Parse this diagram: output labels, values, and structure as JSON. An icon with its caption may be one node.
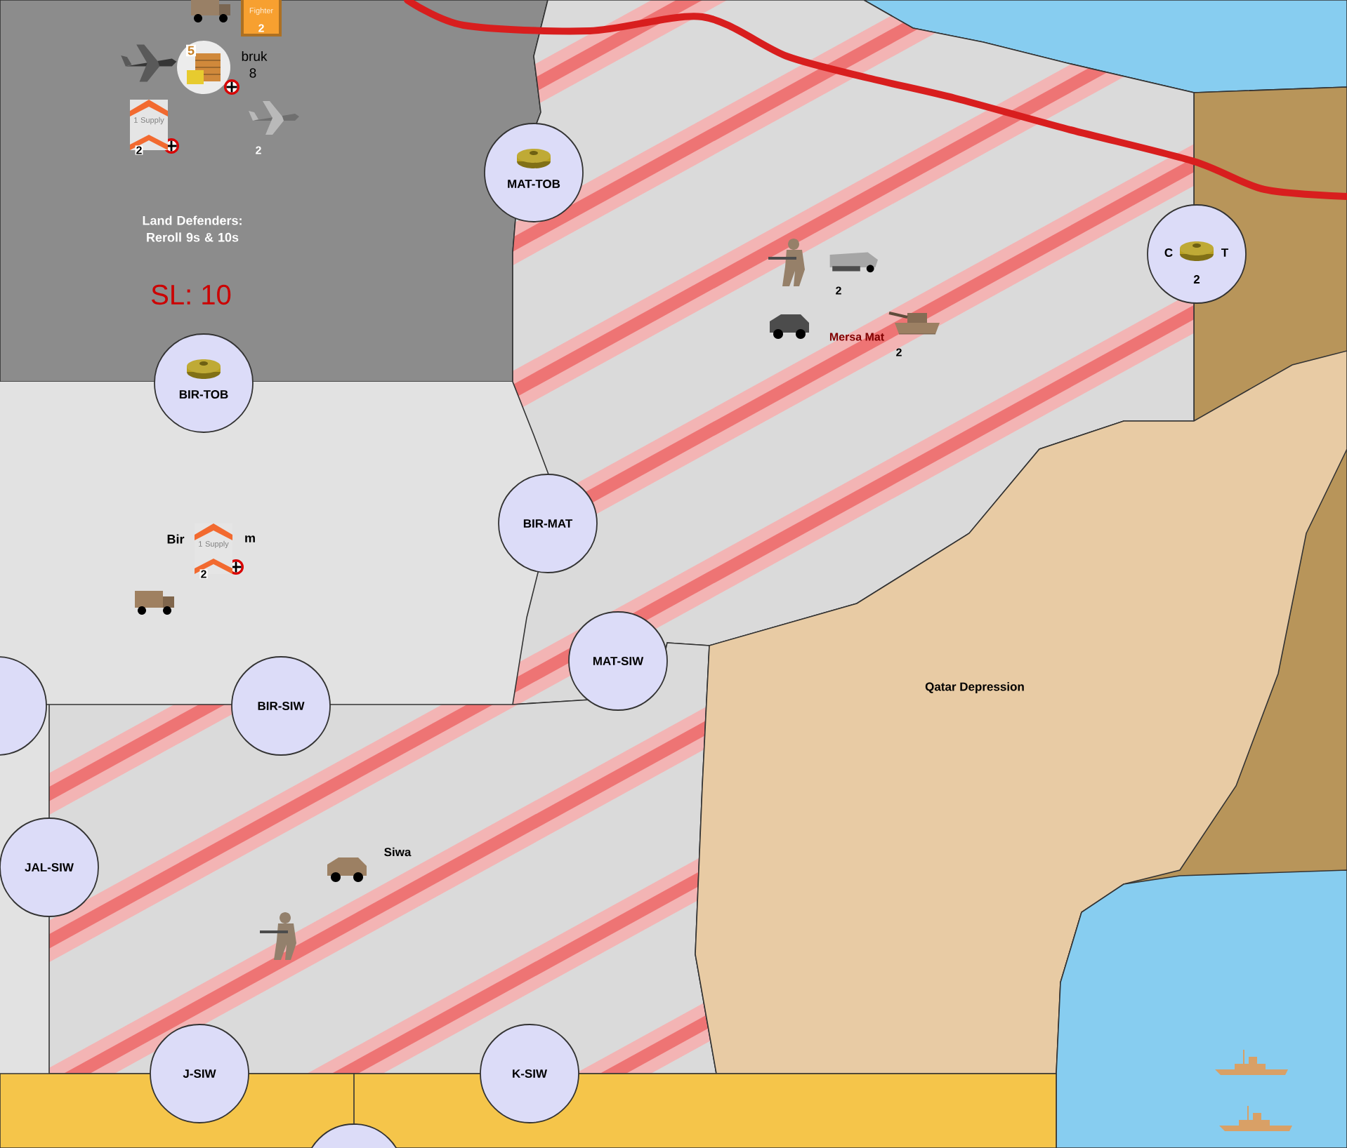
{
  "diagram": {
    "nodes": [
      {
        "text": [
          "Fighter",
          "2"
        ]
      },
      {
        "text": [
          "MAT-TOB"
        ]
      },
      {
        "text": [
          "1 Supply",
          "2"
        ]
      },
      {
        "text": [
          "C",
          "T",
          "2"
        ]
      },
      {
        "text": [
          "BIR-TOB"
        ]
      },
      {
        "text": [
          "BIR-MAT"
        ]
      },
      {
        "text": [
          "1 Supply",
          "2"
        ],
        "beside": [
          "Bir",
          "m"
        ]
      },
      {
        "text": [
          "MAT-SIW"
        ]
      },
      {
        "text": [],
        "shape": "circle"
      },
      {
        "text": [
          "BIR-SIW"
        ]
      },
      {
        "text": [
          "JAL-SIW"
        ]
      },
      {
        "text": [
          "J-SIW"
        ]
      },
      {
        "text": [
          "K-SIW"
        ]
      },
      {
        "text": [],
        "shape": "circle"
      }
    ],
    "labels": [
      "5",
      "bruk",
      "8",
      "2",
      "Land Defenders: Reroll 9s & 10s",
      "SL: 10",
      "2",
      "Mersa Mat",
      "2",
      "Siwa",
      "Qatar Depression"
    ]
  }
}
